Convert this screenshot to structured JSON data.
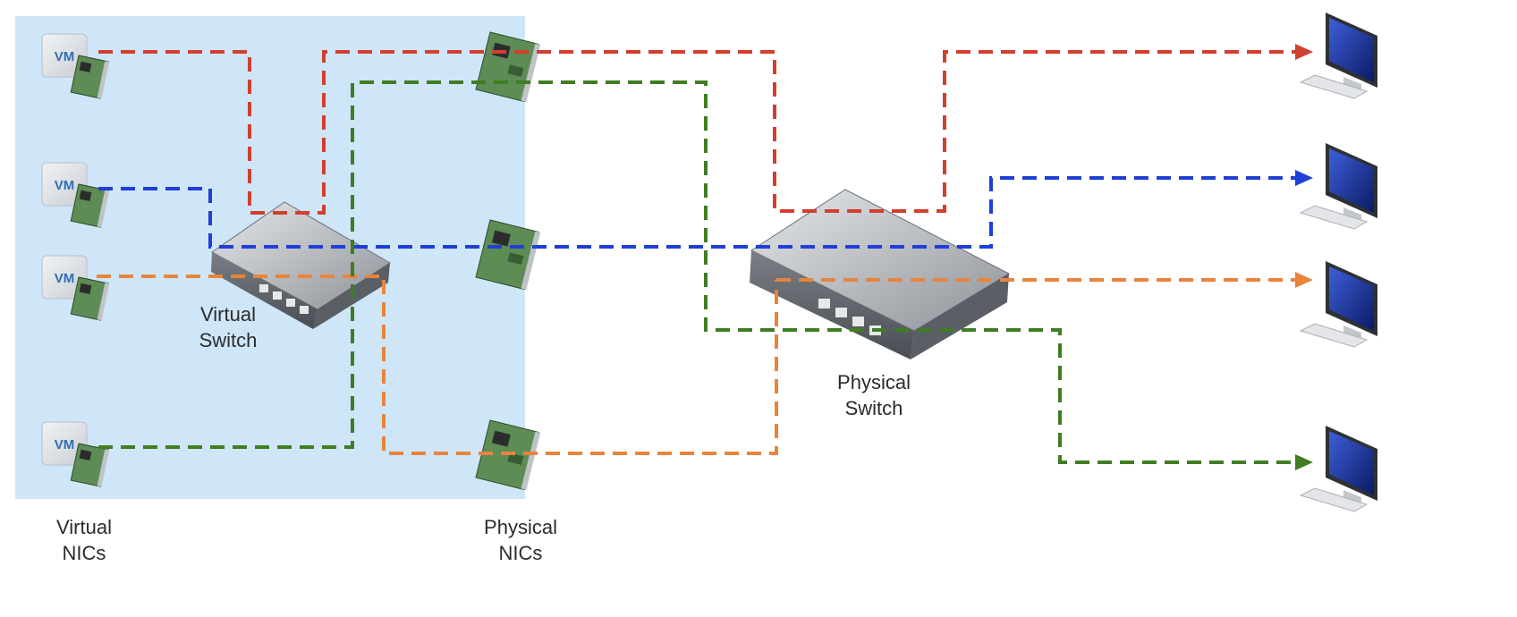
{
  "labels": {
    "vm": "VM",
    "virtual_switch": [
      "Virtual",
      "Switch"
    ],
    "physical_switch": [
      "Physical",
      "Switch"
    ],
    "virtual_nics": [
      "Virtual",
      "NICs"
    ],
    "physical_nics": [
      "Physical",
      "NICs"
    ]
  },
  "virtual_machines": [
    {
      "label": "VM",
      "flow": "red"
    },
    {
      "label": "VM",
      "flow": "blue"
    },
    {
      "label": "VM",
      "flow": "orange"
    },
    {
      "label": "VM",
      "flow": "green"
    }
  ],
  "flows": [
    {
      "name": "red",
      "color": "#d13f2e"
    },
    {
      "name": "blue",
      "color": "#1f3fd6"
    },
    {
      "name": "orange",
      "color": "#e8843c"
    },
    {
      "name": "green",
      "color": "#3f7d23"
    }
  ],
  "icons": {
    "virtual_machine": "vm-icon",
    "nic": "nic-card-icon",
    "switch": "network-switch-icon",
    "computer": "desktop-computer-icon"
  },
  "colors": {
    "host_region": "#cfe6f9",
    "vm_box": "#dde1e5",
    "vm_text": "#2f6fb7",
    "nic_board": "#5e8c55",
    "switch_body": "#8c9198"
  }
}
